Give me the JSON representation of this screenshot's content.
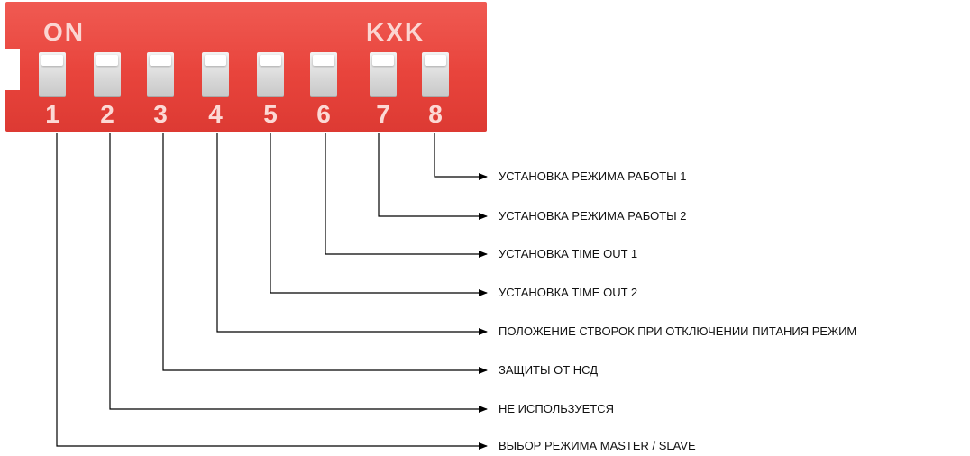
{
  "dip_switch": {
    "on_label": "ON",
    "brand_label": "KXK",
    "numbers": [
      "1",
      "2",
      "3",
      "4",
      "5",
      "6",
      "7",
      "8"
    ]
  },
  "labels": [
    "УСТАНОВКА РЕЖИМА РАБОТЫ 1",
    "УСТАНОВКА РЕЖИМА РАБОТЫ 2",
    "УСТАНОВКА TIME OUT 1",
    "УСТАНОВКА TIME OUT 2",
    "ПОЛОЖЕНИЕ СТВОРОК ПРИ ОТКЛЮЧЕНИИ ПИТАНИЯ РЕЖИМ",
    "ЗАЩИТЫ ОТ НСД",
    "НЕ ИСПОЛЬЗУЕТСЯ",
    "ВЫБОР РЕЖИМА MASTER / SLAVE"
  ],
  "colors": {
    "switch_body": "#e8443c",
    "line": "#000000"
  }
}
